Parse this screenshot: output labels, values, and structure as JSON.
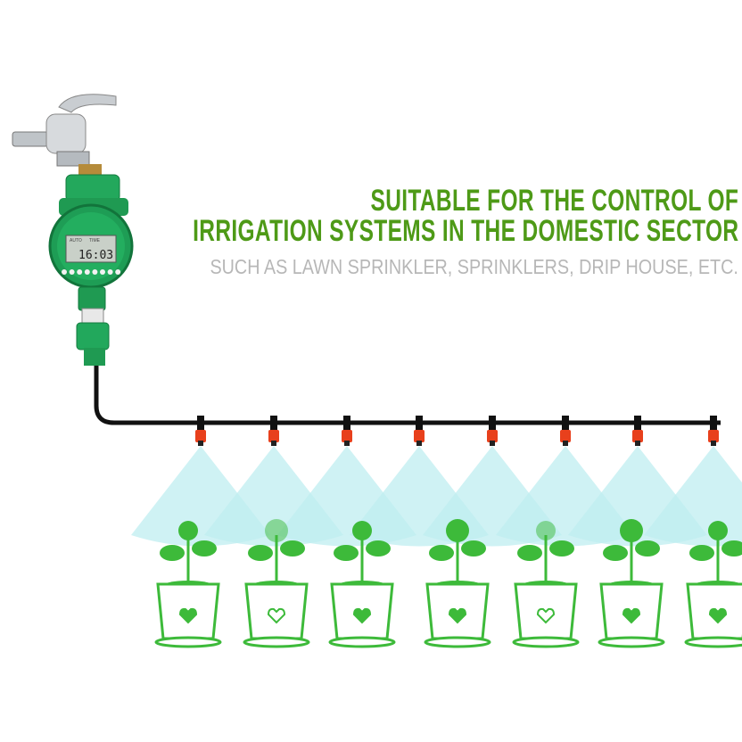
{
  "headline": {
    "line1": "SUITABLE FOR THE CONTROL OF",
    "line2": "IRRIGATION SYSTEMS IN THE DOMESTIC SECTOR",
    "subtitle": "SUCH AS LAWN SPRINKLER, SPRINKLERS, DRIP HOUSE, ETC."
  },
  "timer": {
    "display_time": "16:03",
    "display_labels": [
      "AUTO",
      "TIME"
    ]
  },
  "colors": {
    "headline": "#4e9a17",
    "subtitle": "#b7b7b7",
    "plant_green": "#3dba3a",
    "timer_green": "#1fa55a",
    "spray": "#bfeef0",
    "nozzle": "#e8401c"
  },
  "scene": {
    "sprinkler_count": 8,
    "pot_count": 7
  }
}
